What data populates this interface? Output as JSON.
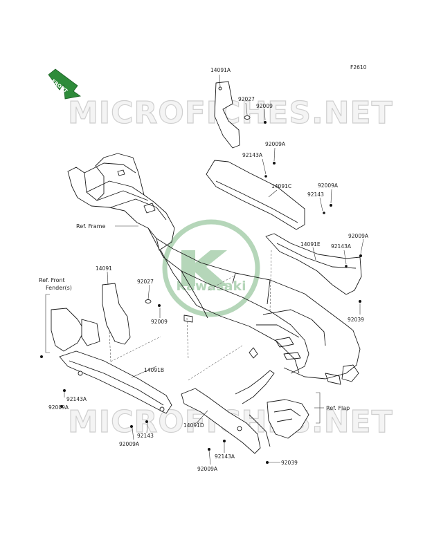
{
  "figure_code": "F2610",
  "watermarks": [
    "MICROFICHES.NET",
    "MICROFICHES.NET"
  ],
  "logo": {
    "text": "Kawasaki",
    "color": "#2e8b3a"
  },
  "direction": {
    "label": "FRONT",
    "color": "#2e8b3a"
  },
  "labels": {
    "p14091A": "14091A",
    "p92027_top": "92027",
    "p92009_top": "92009",
    "p92009A_a": "92009A",
    "p92143A_a": "92143A",
    "p14091C": "14091C",
    "p92009A_b": "92009A",
    "p92143_b": "92143",
    "p92009A_c": "92009A",
    "p14091E": "14091E",
    "p92143A_c": "92143A",
    "p92039_a": "92039",
    "p14091": "14091",
    "p92027_mid": "92027",
    "p92009_mid": "92009",
    "p14091B": "14091B",
    "p92143A_d": "92143A",
    "p92009A_d": "92009A",
    "p92143_e": "92143",
    "p92009A_e": "92009A",
    "p14091D": "14091D",
    "p92143A_f": "92143A",
    "p92009A_f": "92009A",
    "p92039_b": "92039"
  },
  "refs": {
    "frame": "Ref. Frame",
    "front_fender_1": "Ref. Front",
    "front_fender_2": "Fender(s)",
    "flap": "Ref. Flap"
  }
}
